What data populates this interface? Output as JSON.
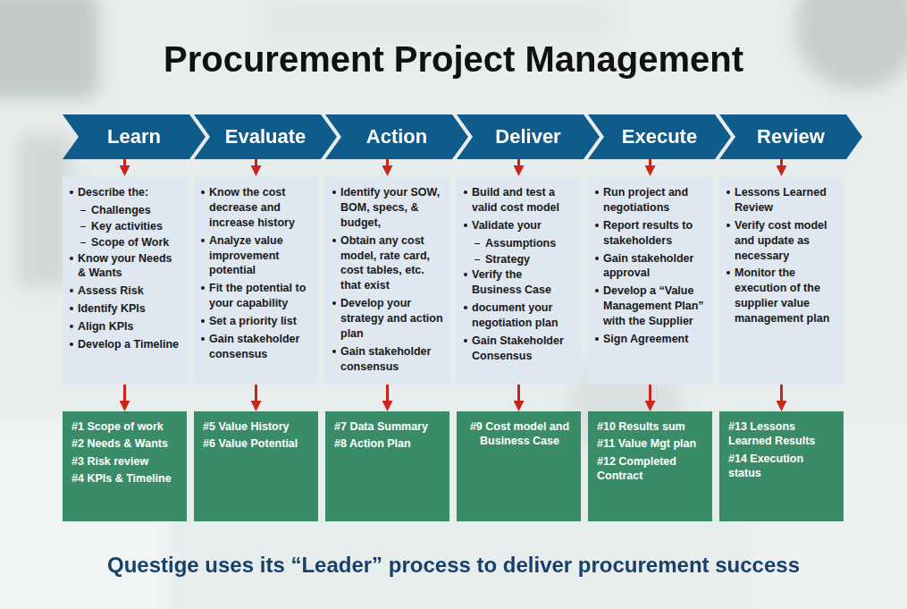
{
  "diagram": {
    "title": "Procurement Project Management",
    "caption": "Questige uses its “Leader” process to deliver procurement success",
    "nodes": [
      {
        "text": [
          "Learn"
        ]
      },
      {
        "text": [
          "Evaluate"
        ]
      },
      {
        "text": [
          "Action"
        ]
      },
      {
        "text": [
          "Deliver"
        ]
      },
      {
        "text": [
          "Execute"
        ]
      },
      {
        "text": [
          "Review"
        ]
      },
      {
        "text": [
          "Describe the:",
          "Challenges",
          "Key activities",
          "Scope of Work",
          "Know your Needs & Wants",
          "Assess Risk",
          "Identify KPIs",
          "Align KPIs",
          "Develop a Timeline"
        ]
      },
      {
        "text": [
          "Know the cost decrease and increase history",
          "Analyze value improvement potential",
          "Fit the potential to your capability",
          "Set a priority list",
          "Gain stakeholder consensus"
        ]
      },
      {
        "text": [
          "Identify your SOW, BOM, specs, & budget,",
          "Obtain any cost model, rate card, cost tables, etc. that exist",
          "Develop your strategy and action plan",
          "Gain stakeholder consensus"
        ]
      },
      {
        "text": [
          "Build and test a valid cost model",
          "Validate your",
          "Assumptions",
          "Strategy",
          "Verify the Business Case",
          "document your negotiation plan",
          "Gain Stakeholder Consensus"
        ]
      },
      {
        "text": [
          "Run project and negotiations",
          "Report results to stakeholders",
          "Gain stakeholder approval",
          "Develop a “Value Management Plan” with the Supplier",
          "Sign Agreement"
        ]
      },
      {
        "text": [
          "Lessons Learned Review",
          "Verify cost model and update as necessary",
          "Monitor the execution of the supplier value management plan"
        ]
      },
      {
        "text": [
          "#1 Scope of work",
          "#2 Needs & Wants",
          "#3 Risk review",
          "#4 KPIs & Timeline"
        ]
      },
      {
        "text": [
          "#5 Value History",
          "#6 Value Potential"
        ]
      },
      {
        "text": [
          "#7 Data Summary",
          "#8 Action Plan"
        ]
      },
      {
        "text": [
          "#9 Cost model and Business Case"
        ]
      },
      {
        "text": [
          "#10 Results sum",
          "#11 Value Mgt plan",
          "#12 Completed Contract"
        ]
      },
      {
        "text": [
          "#13 Lessons Learned Results",
          "#14 Execution status"
        ]
      }
    ],
    "edges": [
      {
        "from": 0,
        "to": 6,
        "arrow": "to"
      },
      {
        "from": 1,
        "to": 7,
        "arrow": "to"
      },
      {
        "from": 2,
        "to": 8,
        "arrow": "to"
      },
      {
        "from": 3,
        "to": 9,
        "arrow": "to"
      },
      {
        "from": 4,
        "to": 10,
        "arrow": "to"
      },
      {
        "from": 5,
        "to": 11,
        "arrow": "to"
      },
      {
        "from": 6,
        "to": 12,
        "arrow": "to"
      },
      {
        "from": 7,
        "to": 13,
        "arrow": "to"
      },
      {
        "from": 8,
        "to": 14,
        "arrow": "to"
      },
      {
        "from": 9,
        "to": 15,
        "arrow": "to"
      },
      {
        "from": 10,
        "to": 16,
        "arrow": "to"
      },
      {
        "from": 11,
        "to": 17,
        "arrow": "to"
      }
    ]
  }
}
